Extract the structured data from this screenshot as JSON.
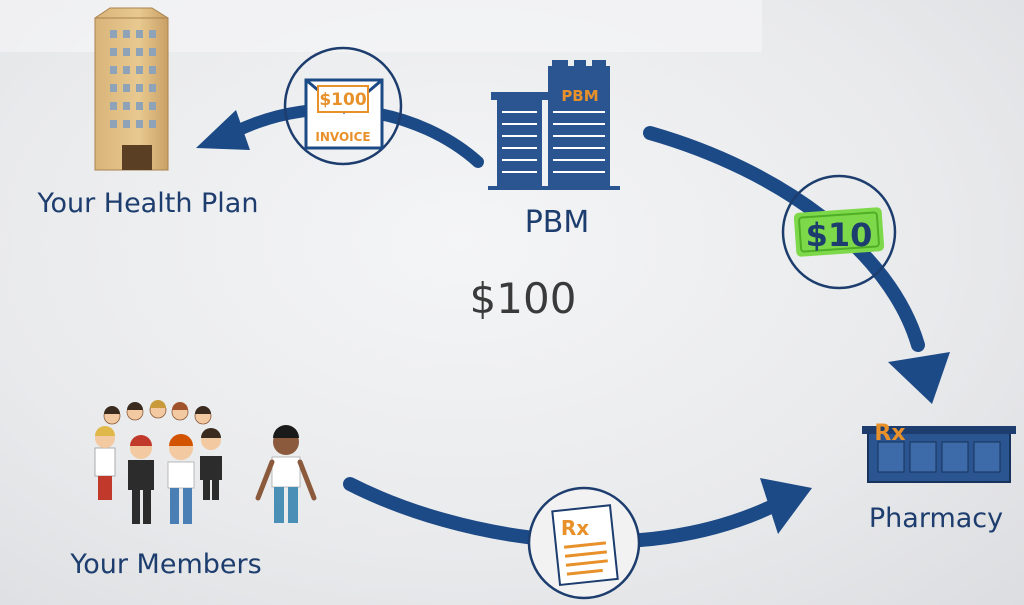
{
  "nodes": {
    "health_plan": {
      "label": "Your Health Plan"
    },
    "pbm": {
      "label": "PBM",
      "building_sign": "PBM"
    },
    "pharmacy": {
      "label": "Pharmacy",
      "sign": "Rx"
    },
    "members": {
      "label": "Your Members"
    }
  },
  "center_amount": "$100",
  "invoice": {
    "amount": "$100",
    "label": "INVOICE"
  },
  "payment_to_pharmacy": {
    "amount": "$10"
  },
  "prescription": {
    "symbol": "Rx"
  },
  "colors": {
    "arrow": "#1c4a86",
    "building": "#2b5591",
    "accent_orange": "#e8912a",
    "money_green": "#7dd94a",
    "label_text": "#1c3d6e"
  },
  "icons": {
    "health_plan": "office-tower-icon",
    "pbm": "pbm-buildings-icon",
    "pharmacy": "pharmacy-store-icon",
    "members": "people-crowd-icon",
    "invoice": "invoice-envelope-icon",
    "money": "dollar-bill-icon",
    "prescription": "rx-document-icon"
  }
}
